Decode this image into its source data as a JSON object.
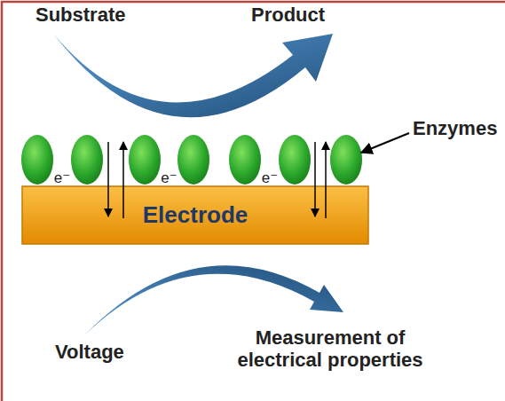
{
  "diagram": {
    "nodes": [
      {
        "text": [
          "Electrode"
        ]
      }
    ],
    "labels": [
      "Substrate",
      "Product",
      "Enzymes",
      "e⁻",
      "e⁻",
      "e⁻",
      "Voltage",
      "Measurement of electrical properties"
    ]
  }
}
